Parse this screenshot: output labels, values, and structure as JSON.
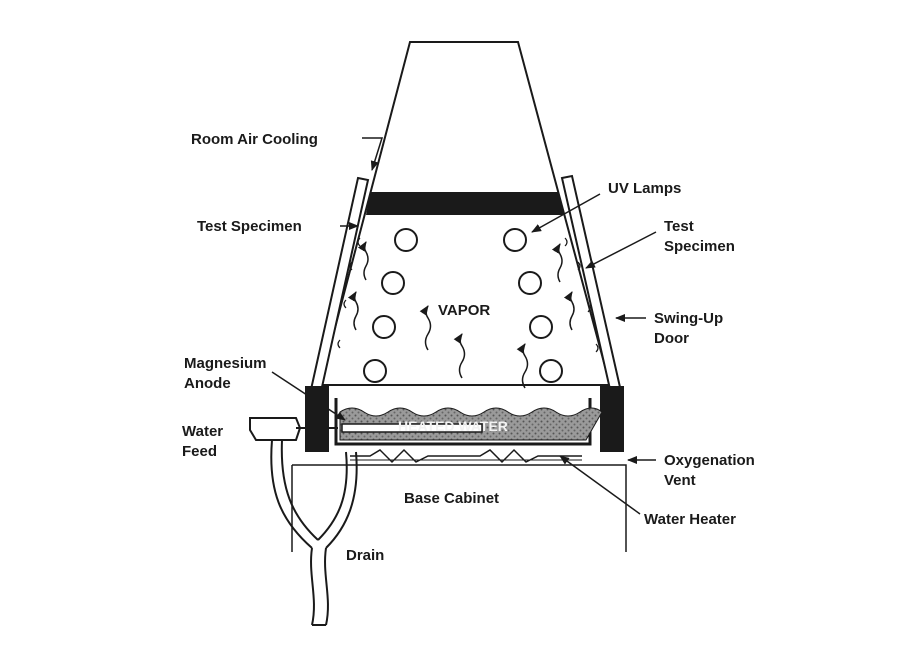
{
  "labels": {
    "room_air_cooling": "Room Air Cooling",
    "test_specimen_left": "Test Specimen",
    "uv_lamps": "UV Lamps",
    "test_specimen_right_1": "Test",
    "test_specimen_right_2": "Specimen",
    "vapor": "VAPOR",
    "swing_up_door_1": "Swing-Up",
    "swing_up_door_2": "Door",
    "magnesium_anode_1": "Magnesium",
    "magnesium_anode_2": "Anode",
    "heated_water": "HEATED WATER",
    "water_feed_1": "Water",
    "water_feed_2": "Feed",
    "oxygenation_vent_1": "Oxygenation",
    "oxygenation_vent_2": "Vent",
    "base_cabinet": "Base Cabinet",
    "water_heater": "Water Heater",
    "drain": "Drain"
  },
  "colors": {
    "ink": "#1a1a1a",
    "water": "#8a8a8a",
    "background": "#ffffff"
  }
}
